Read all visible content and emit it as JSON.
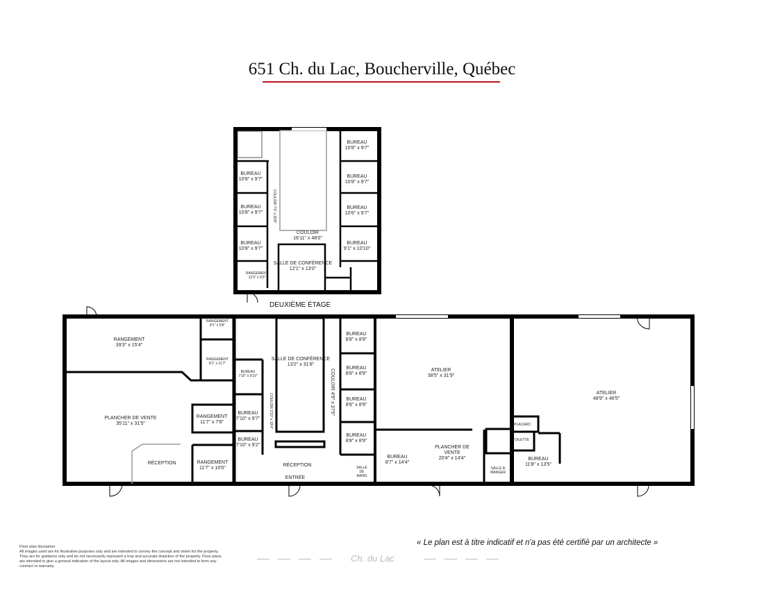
{
  "title": "651 Ch. du Lac, Boucherville, Québec",
  "accent_color": "#c0121d",
  "upper_floor": {
    "label": "DEUXIÈME ÉTAGE",
    "rooms": [
      {
        "name": "BUREAU",
        "dims": "10'8\" x 9'7\""
      },
      {
        "name": "BUREAU",
        "dims": "10'8\" x 9'7\""
      },
      {
        "name": "BUREAU",
        "dims": "10'6\" x 9'7\""
      },
      {
        "name": "BUREAU",
        "dims": "9'1\" x 10'10\""
      },
      {
        "name": "BUREAU",
        "dims": "10'8\" x 9'7\""
      },
      {
        "name": "BUREAU",
        "dims": "10'8\" x 9'7\""
      },
      {
        "name": "BUREAU",
        "dims": "10'8\" x 9'7\""
      },
      {
        "name": "COULOIR",
        "dims": "7'0\" x 29'8\""
      },
      {
        "name": "COULOIR",
        "dims": "16'11\" x 48'0\""
      },
      {
        "name": "SALLE DE CONFÉRENCE",
        "dims": "12'1\" x 13'0\""
      },
      {
        "name": "RANGEMENT",
        "dims": "12'3\" x 9'3\""
      }
    ]
  },
  "ground_floor": {
    "rooms": [
      {
        "name": "RANGEMENT",
        "dims": "39'3\" x 15'4\""
      },
      {
        "name": "RANGEMENT",
        "dims": "8'1\" x 5'8\""
      },
      {
        "name": "RANGEMENT",
        "dims": "8'1\" x 11'7\""
      },
      {
        "name": "PLANCHER DE VENTE",
        "dims": "35'11\" x 31'5\""
      },
      {
        "name": "RANGEMENT",
        "dims": "11'7\" x 7'8\""
      },
      {
        "name": "RÉCEPTION",
        "dims": ""
      },
      {
        "name": "RANGEMENT",
        "dims": "11'7\" x 10'0\""
      },
      {
        "name": "SALLE DE CONFÉRENCE",
        "dims": "13'2\" x 31'8\""
      },
      {
        "name": "BUREAU",
        "dims": "8'8\" x 8'9\""
      },
      {
        "name": "BUREAU",
        "dims": "8'8\" x 8'9\""
      },
      {
        "name": "BUREAU",
        "dims": "8'8\" x 8'9\""
      },
      {
        "name": "BUREAU",
        "dims": "8'8\" x 8'9\""
      },
      {
        "name": "COULOIR",
        "dims": "4'9\" x 37'6\""
      },
      {
        "name": "BUREAU",
        "dims": "7'10\" x 9'10\""
      },
      {
        "name": "BUREAU",
        "dims": "7'10\" x 9'7\""
      },
      {
        "name": "BUREAU",
        "dims": "7'10\" x 9'2\""
      },
      {
        "name": "COULOIR",
        "dims": "3'10\" x 19'4\""
      },
      {
        "name": "RÉCEPTION",
        "dims": ""
      },
      {
        "name": "ENTRÉE",
        "dims": ""
      },
      {
        "name": "SALLE DE BAINS",
        "dims": ""
      },
      {
        "name": "ATELIER",
        "dims": "38'5\" x 31'9\""
      },
      {
        "name": "ATELIER",
        "dims": "48'9\" x 46'5\""
      },
      {
        "name": "PLANCHER DE VENTE",
        "dims": "20'4\" x 14'4\""
      },
      {
        "name": "BUREAU",
        "dims": "8'7\" x 14'4\""
      },
      {
        "name": "SALLE À MANGER",
        "dims": ""
      },
      {
        "name": "PLACARD",
        "dims": ""
      },
      {
        "name": "TOILETTE",
        "dims": ""
      },
      {
        "name": "BUREAU",
        "dims": "11'8\" x 13'5\""
      }
    ]
  },
  "disclaimer": {
    "heading": "Floor plan disclaimer",
    "body": "All images used are for illustrative purposes only and are intended to convey the concept and vision for the property. They are for guidance only and do not necessarily represent a true and accurate depiction of the property. Floor plans are intended to give a general indication of the layout only. All images and dimensions are not intended to form any contract or warranty."
  },
  "certification_note": "« Le plan est à titre indicatif et n'a pas été certifié par un architecte »",
  "street_label": "Ch. du Lac"
}
